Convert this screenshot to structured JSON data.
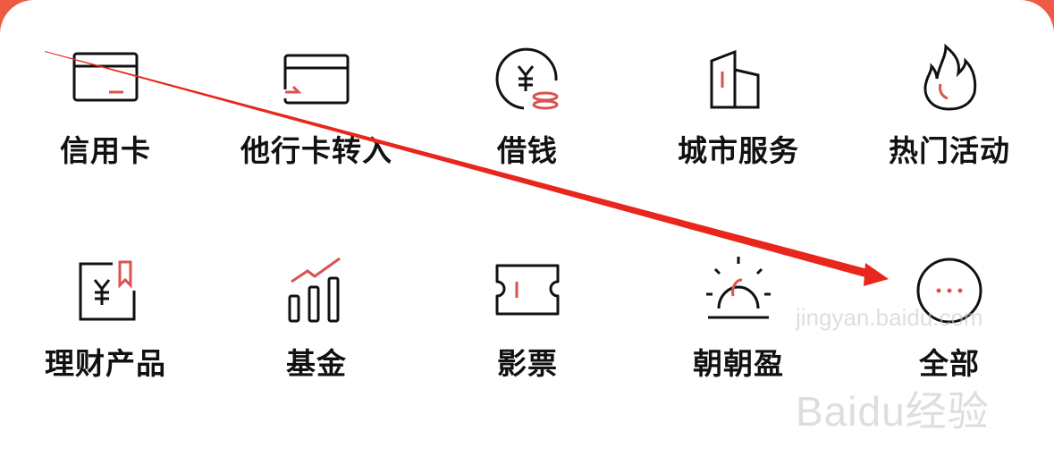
{
  "grid": {
    "items": [
      {
        "label": "信用卡",
        "icon": "credit-card-icon"
      },
      {
        "label": "他行卡转入",
        "icon": "card-transfer-icon"
      },
      {
        "label": "借钱",
        "icon": "borrow-yuan-coin-icon"
      },
      {
        "label": "城市服务",
        "icon": "city-building-icon"
      },
      {
        "label": "热门活动",
        "icon": "flame-icon"
      },
      {
        "label": "理财产品",
        "icon": "wealth-bookmark-yuan-icon"
      },
      {
        "label": "基金",
        "icon": "fund-chart-icon"
      },
      {
        "label": "影票",
        "icon": "movie-ticket-icon"
      },
      {
        "label": "朝朝盈",
        "icon": "sunrise-icon"
      },
      {
        "label": "全部",
        "icon": "more-dots-icon"
      }
    ]
  },
  "watermark": {
    "brand": "Baidu经验",
    "url": "jingyan.baidu.com"
  },
  "colors": {
    "accent": "#d9534f",
    "background_top": "#ee5a43",
    "arrow": "#e8261c"
  }
}
